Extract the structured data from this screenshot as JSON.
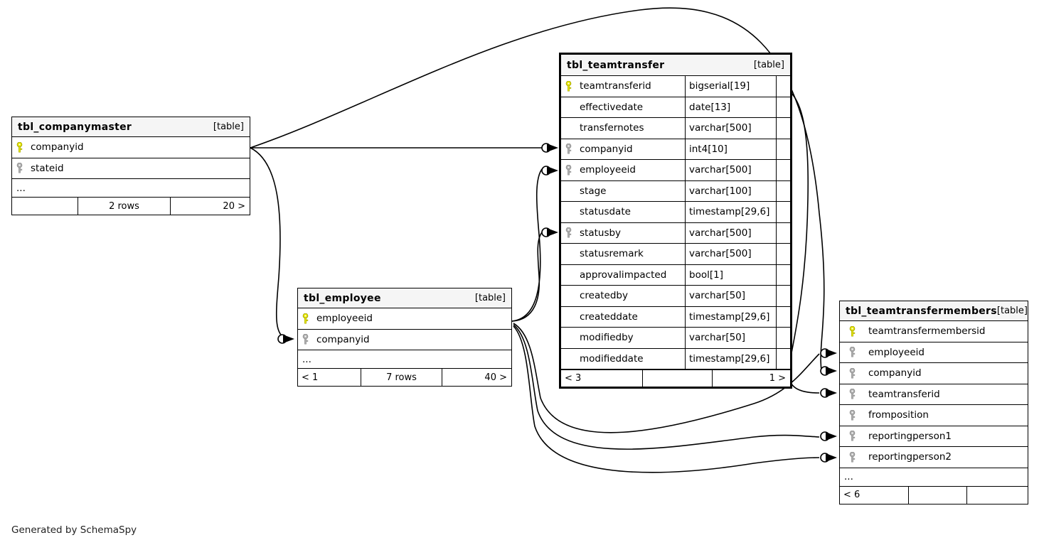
{
  "diagram": {
    "generator_caption": "Generated by SchemaSpy",
    "table_tag": "[table]",
    "ellipsis": "...",
    "colors": {
      "primary_key": "#e8e800",
      "foreign_key": "#b0b0b0",
      "title_background": "#f5f5f5",
      "line": "#000000",
      "background": "#ffffff"
    }
  },
  "tables": {
    "companymaster": {
      "name": "tbl_companymaster",
      "tag": "[table]",
      "columns": [
        {
          "name": "companyid",
          "key": "primary",
          "type": ""
        },
        {
          "name": "stateid",
          "key": "foreign",
          "type": ""
        }
      ],
      "more": "...",
      "footer": {
        "left": "",
        "middle": "2 rows",
        "right": "20 >"
      }
    },
    "employee": {
      "name": "tbl_employee",
      "tag": "[table]",
      "columns": [
        {
          "name": "employeeid",
          "key": "primary",
          "type": ""
        },
        {
          "name": "companyid",
          "key": "foreign",
          "type": ""
        }
      ],
      "more": "...",
      "footer": {
        "left": "< 1",
        "middle": "7 rows",
        "right": "40 >"
      }
    },
    "teamtransfer": {
      "name": "tbl_teamtransfer",
      "tag": "[table]",
      "columns": [
        {
          "name": "teamtransferid",
          "key": "primary",
          "type": "bigserial[19]"
        },
        {
          "name": "effectivedate",
          "key": "none",
          "type": "date[13]"
        },
        {
          "name": "transfernotes",
          "key": "none",
          "type": "varchar[500]"
        },
        {
          "name": "companyid",
          "key": "foreign",
          "type": "int4[10]"
        },
        {
          "name": "employeeid",
          "key": "foreign",
          "type": "varchar[500]"
        },
        {
          "name": "stage",
          "key": "none",
          "type": "varchar[100]"
        },
        {
          "name": "statusdate",
          "key": "none",
          "type": "timestamp[29,6]"
        },
        {
          "name": "statusby",
          "key": "foreign",
          "type": "varchar[500]"
        },
        {
          "name": "statusremark",
          "key": "none",
          "type": "varchar[500]"
        },
        {
          "name": "approvalimpacted",
          "key": "none",
          "type": "bool[1]"
        },
        {
          "name": "createdby",
          "key": "none",
          "type": "varchar[50]"
        },
        {
          "name": "createddate",
          "key": "none",
          "type": "timestamp[29,6]"
        },
        {
          "name": "modifiedby",
          "key": "none",
          "type": "varchar[50]"
        },
        {
          "name": "modifieddate",
          "key": "none",
          "type": "timestamp[29,6]"
        }
      ],
      "footer": {
        "left": "< 3",
        "middle": "",
        "right": "1 >"
      }
    },
    "teamtransfermembers": {
      "name": "tbl_teamtransfermembers",
      "tag": "[table]",
      "columns": [
        {
          "name": "teamtransfermembersid",
          "key": "primary",
          "type": ""
        },
        {
          "name": "employeeid",
          "key": "foreign",
          "type": ""
        },
        {
          "name": "companyid",
          "key": "foreign",
          "type": ""
        },
        {
          "name": "teamtransferid",
          "key": "foreign",
          "type": ""
        },
        {
          "name": "fromposition",
          "key": "foreign",
          "type": ""
        },
        {
          "name": "reportingperson1",
          "key": "foreign",
          "type": ""
        },
        {
          "name": "reportingperson2",
          "key": "foreign",
          "type": ""
        }
      ],
      "more": "...",
      "footer": {
        "left": "< 6",
        "middle": "",
        "right": ""
      }
    }
  },
  "relationships": [
    {
      "from": "tbl_companymaster.companyid",
      "to": "tbl_teamtransfer.companyid"
    },
    {
      "from": "tbl_companymaster.companyid",
      "to": "tbl_employee.companyid"
    },
    {
      "from": "tbl_companymaster.companyid",
      "to": "tbl_teamtransfermembers.companyid"
    },
    {
      "from": "tbl_employee.employeeid",
      "to": "tbl_teamtransfer.employeeid"
    },
    {
      "from": "tbl_employee.employeeid",
      "to": "tbl_teamtransfer.statusby"
    },
    {
      "from": "tbl_employee.employeeid",
      "to": "tbl_teamtransfermembers.employeeid"
    },
    {
      "from": "tbl_employee.employeeid",
      "to": "tbl_teamtransfermembers.reportingperson1"
    },
    {
      "from": "tbl_employee.employeeid",
      "to": "tbl_teamtransfermembers.reportingperson2"
    },
    {
      "from": "tbl_teamtransfer.teamtransferid",
      "to": "tbl_teamtransfermembers.teamtransferid"
    }
  ]
}
